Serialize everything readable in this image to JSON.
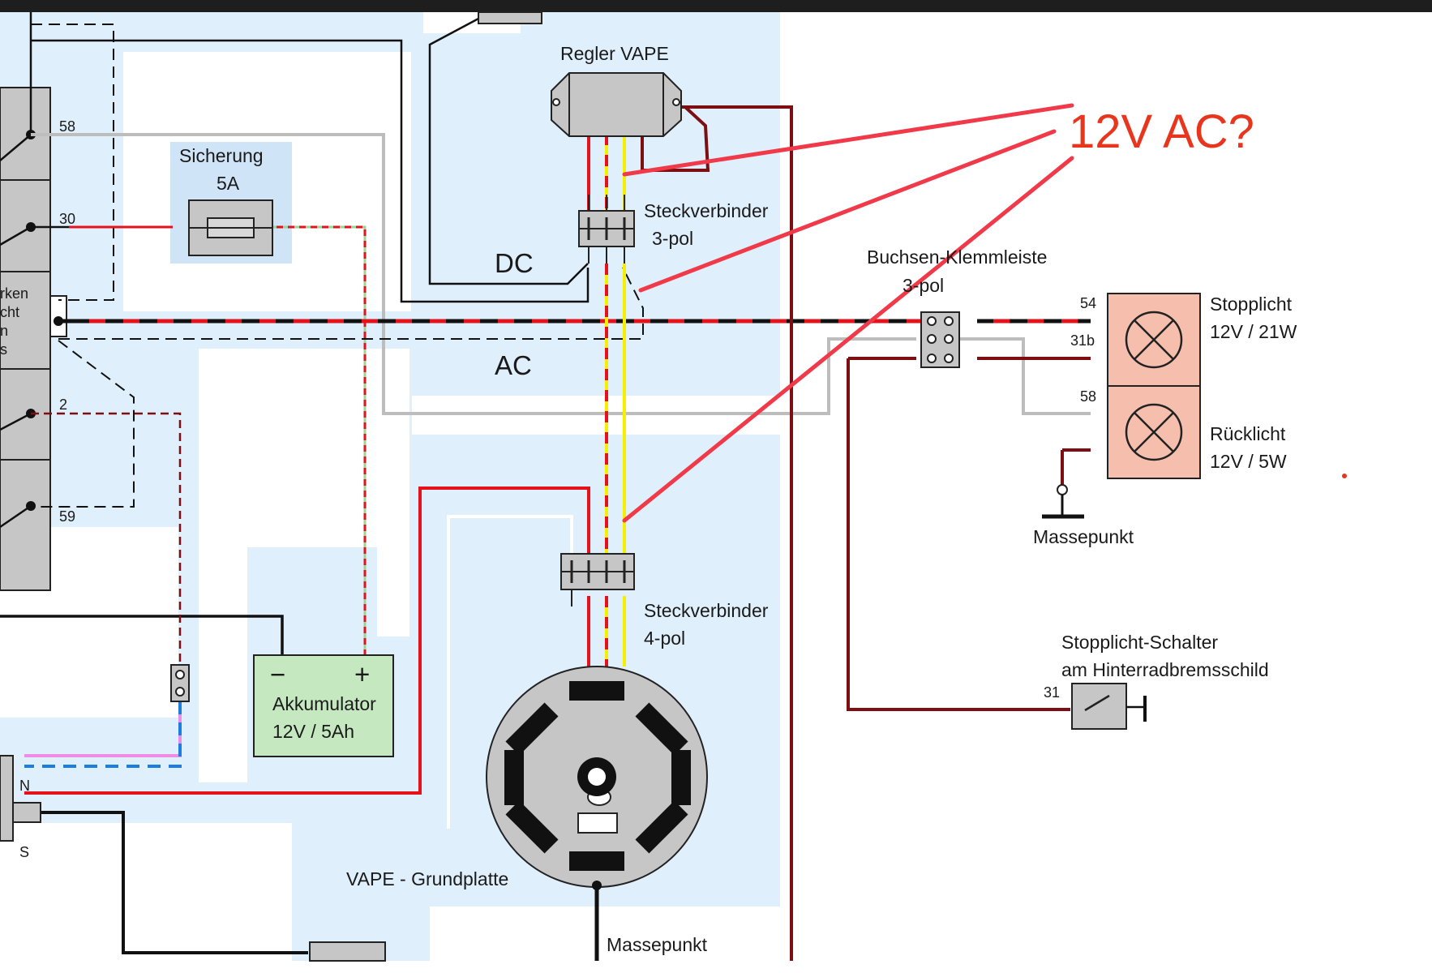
{
  "labels": {
    "regler": "Regler VAPE",
    "sicherung": "Sicherung",
    "sicherung_value": "5A",
    "stecker3_line1": "Steckverbinder",
    "stecker3_line2": "3-pol",
    "dc": "DC",
    "ac": "AC",
    "buchsen_line1": "Buchsen-Klemmleiste",
    "buchsen_line2": "3-pol",
    "stopplicht": "Stopplicht",
    "stopplicht_rating": "12V / 21W",
    "ruecklicht": "Rücklicht",
    "ruecklicht_rating": "12V / 5W",
    "massepunkt_right": "Massepunkt",
    "stecker4_line1": "Steckverbinder",
    "stecker4_line2": "4-pol",
    "akku_line1": "Akkumulator",
    "akku_line2": "12V / 5Ah",
    "akku_minus": "−",
    "akku_plus": "+",
    "schalter_line1": "Stopplicht-Schalter",
    "schalter_line2": "am Hinterradbremsschild",
    "grundplatte": "VAPE - Grundplatte",
    "massepunkt_bottom": "Massepunkt",
    "switch_partial_1": "rken",
    "switch_partial_2": "cht",
    "switch_partial_3": "n",
    "switch_partial_4": "s",
    "terminal_n": "N",
    "terminal_s": "S"
  },
  "terminals": {
    "t58": "58",
    "t30": "30",
    "t2": "2",
    "t59": "59",
    "t54": "54",
    "t31b": "31b",
    "t58b": "58",
    "t31": "31"
  },
  "annotation": {
    "text": "12V AC?",
    "color": "#e8361e"
  },
  "colors": {
    "background_zone": "#e0effc",
    "wire_red": "#e3121b",
    "wire_darkred": "#7d0f12",
    "wire_yellow": "#f6f000",
    "wire_gray": "#bdbdbd",
    "wire_black": "#111111",
    "wire_blue": "#1c7fe0",
    "wire_pink": "#f08ce6",
    "wire_green": "#9ad49a",
    "lamp_fill": "#f6bfad",
    "akku_fill": "#c5e8c0",
    "component_gray": "#c8c8c8"
  }
}
